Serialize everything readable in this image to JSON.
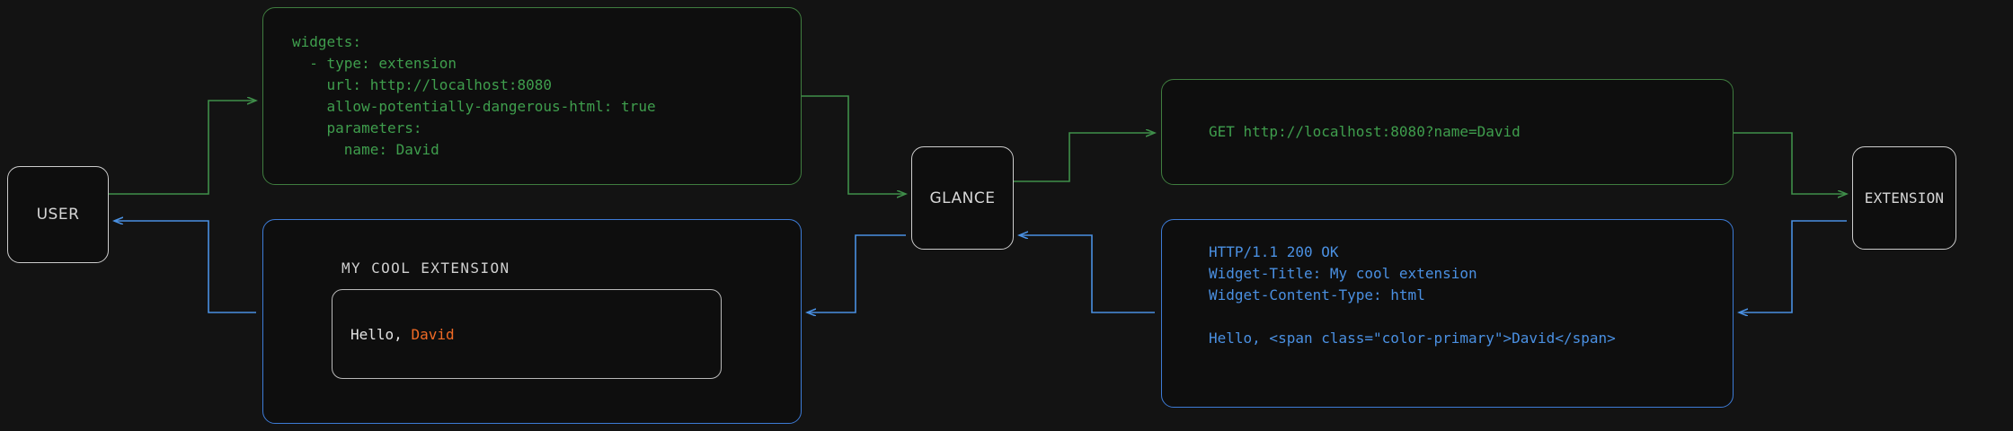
{
  "diagram": {
    "title": "glance extension request flow",
    "background": "#131313",
    "colors": {
      "request_green": "#3f9e4d",
      "response_blue": "#4a90e2",
      "node_border": "#cccccc",
      "accent_orange": "#f06a25"
    },
    "nodes": [
      {
        "id": "user",
        "label": "USER"
      },
      {
        "id": "glance",
        "label": "GLANCE"
      },
      {
        "id": "extension",
        "label": "EXTENSION"
      }
    ],
    "boxes": {
      "yaml_config": {
        "kind": "request",
        "color": "#3f9e4d",
        "text": "widgets:\n  - type: extension\n    url: http://localhost:8080\n    allow-potentially-dangerous-html: true\n    parameters:\n      name: David"
      },
      "http_request": {
        "kind": "request",
        "color": "#3f9e4d",
        "text": "GET http://localhost:8080?name=David"
      },
      "http_response": {
        "kind": "response",
        "color": "#4a90e2",
        "text": "HTTP/1.1 200 OK\nWidget-Title: My cool extension\nWidget-Content-Type: html\n\nHello, <span class=\"color-primary\">David</span>"
      },
      "widget_preview": {
        "kind": "response",
        "color": "#4a90e2",
        "title": "MY COOL EXTENSION",
        "greeting_prefix": "Hello, ",
        "greeting_name": "David"
      }
    }
  }
}
